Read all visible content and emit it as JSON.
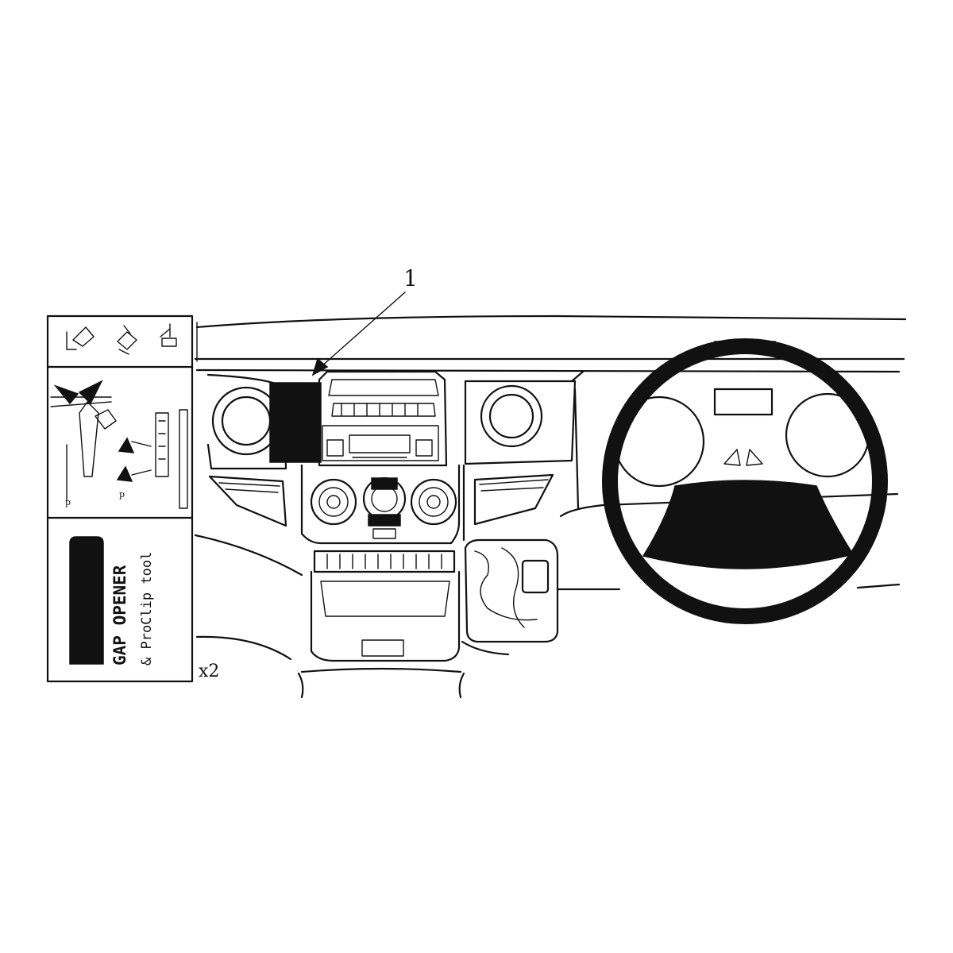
{
  "diagram": {
    "callout_number": "1",
    "quantity_label": "x2",
    "tool_label_line1": "GAP OPENER",
    "tool_label_line2": "& ProClip tool"
  },
  "colors": {
    "ink": "#111111",
    "paper": "#ffffff"
  }
}
